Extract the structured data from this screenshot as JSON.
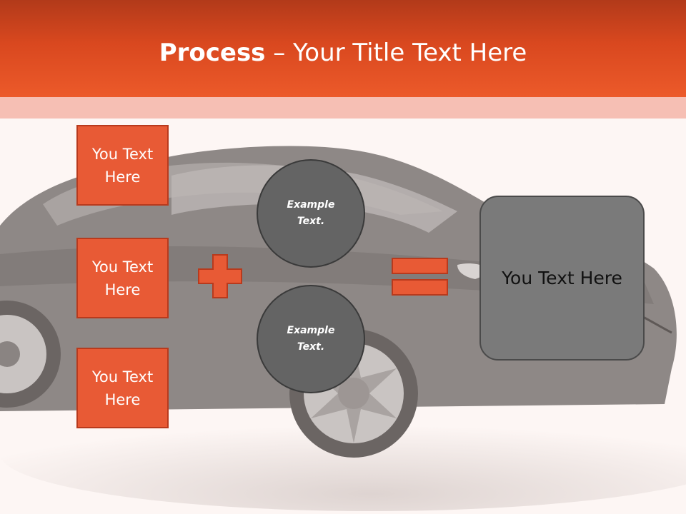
{
  "title": {
    "bold": "Process",
    "rest": " – Your Title Text Here"
  },
  "boxes": [
    {
      "label": "You Text Here"
    },
    {
      "label": "You Text Here"
    },
    {
      "label": "You Text Here"
    }
  ],
  "circles": [
    {
      "label": "Example Text."
    },
    {
      "label": "Example Text."
    }
  ],
  "result": {
    "label": "You Text Here"
  },
  "icons": {
    "plus": "plus-icon",
    "equals": "equals-icon"
  },
  "colors": {
    "accent": "#e85a35",
    "header": "#d9481f",
    "band": "#f6bfb4",
    "circle": "#646464",
    "result": "#7a7a7a"
  }
}
